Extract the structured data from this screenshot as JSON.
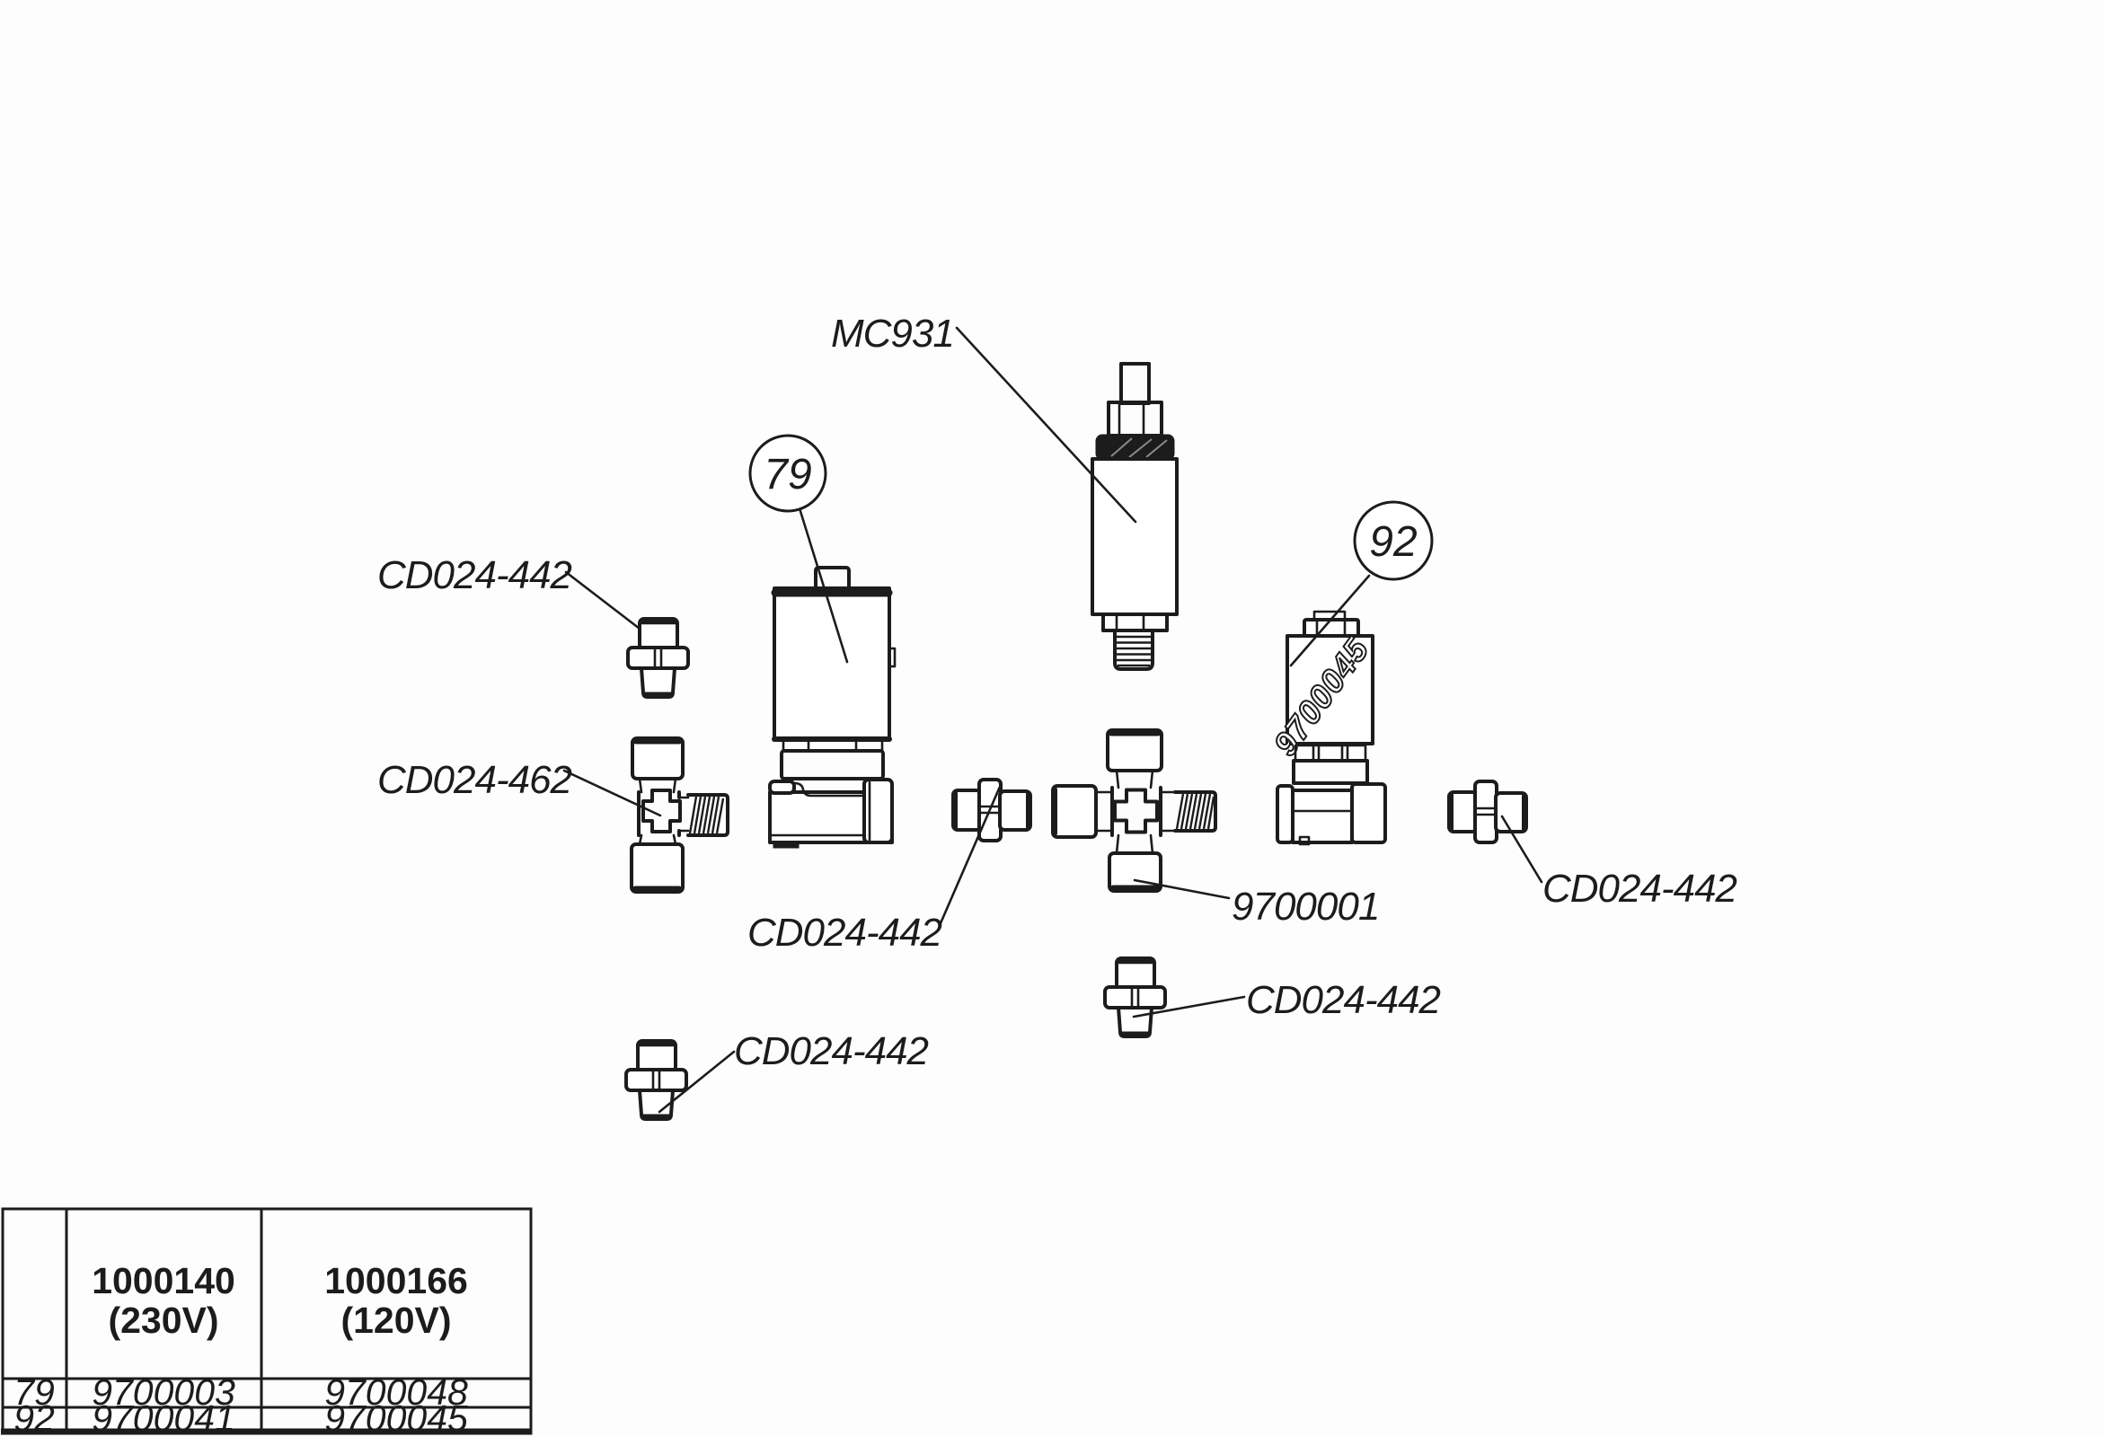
{
  "diagram": {
    "labels": {
      "mc931": "MC931",
      "cd024_442": "CD024-442",
      "cd024_462": "CD024-462",
      "part_9700001": "9700001",
      "coil_marking_92": "9700045"
    },
    "callouts": {
      "item_79": "79",
      "item_92": "92"
    }
  },
  "table": {
    "headers": [
      {
        "model": "1000140",
        "voltage": "(230V)"
      },
      {
        "model": "1000166",
        "voltage": "(120V)"
      }
    ],
    "rows": [
      {
        "ref": "79",
        "v_230": "9700003",
        "v_120": "9700048"
      },
      {
        "ref": "92",
        "v_230": "9700041",
        "v_120": "9700045"
      }
    ]
  },
  "colors": {
    "ink": "#1c1c1c",
    "background": "#fdfdfd"
  }
}
